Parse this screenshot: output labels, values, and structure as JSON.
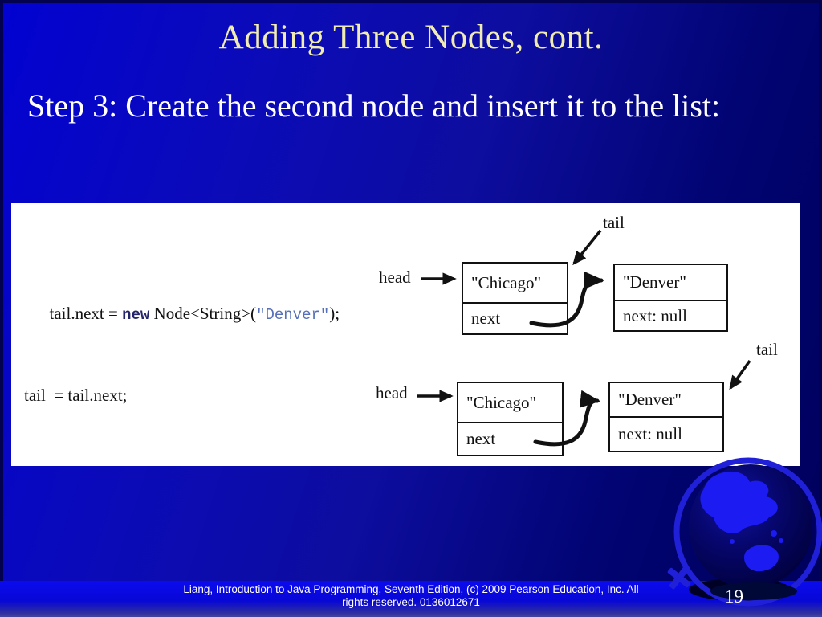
{
  "slide": {
    "title": "Adding Three Nodes, cont.",
    "step_text": "Step 3: Create the second node and insert it to the list:",
    "page_number": "19"
  },
  "diagram": {
    "statement1": {
      "pre": "tail.next = ",
      "keyword": "new",
      "mid": " Node<String>(",
      "str": "\"Denver\"",
      "post": ");"
    },
    "statement2": "tail  = tail.next;",
    "row1": {
      "head_label": "head",
      "tail_label": "tail",
      "node1_value": "\"Chicago\"",
      "node1_next": "next",
      "node2_value": "\"Denver\"",
      "node2_next": "next: null"
    },
    "row2": {
      "head_label": "head",
      "tail_label": "tail",
      "node1_value": "\"Chicago\"",
      "node1_next": "next",
      "node2_value": "\"Denver\"",
      "node2_next": "next: null"
    }
  },
  "footer": {
    "line1": "Liang, Introduction to Java Programming, Seventh Edition, (c) 2009 Pearson Education, Inc. All",
    "line2": "rights reserved. 0136012671"
  },
  "colors": {
    "background_light": "#0202d2",
    "background_dark": "#00005a",
    "title_text": "#f0ecb2",
    "footer_band": "#0707d6",
    "code_keyword": "#24246a",
    "code_string": "#5570b8",
    "globe_accent": "#1b1bf2"
  }
}
